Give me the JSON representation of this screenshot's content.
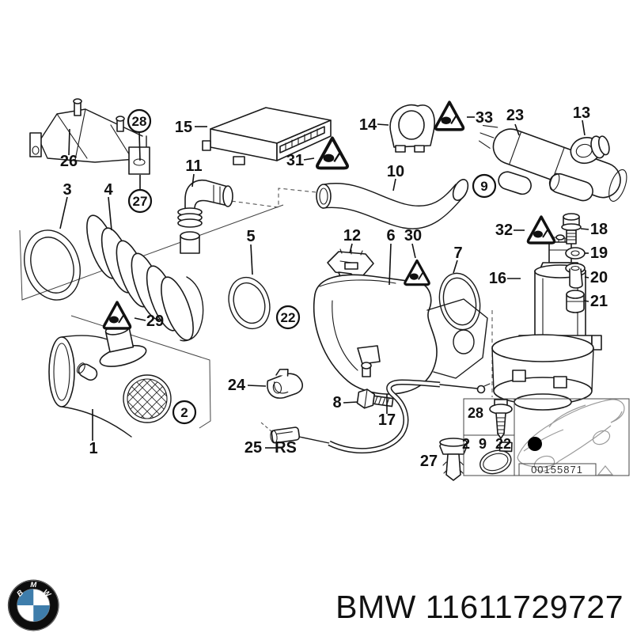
{
  "diagram": {
    "type": "exploded-parts-diagram",
    "subject": "BMW air intake / mass air flow sensor assembly"
  },
  "callouts": {
    "c1": "1",
    "c2": "2",
    "c3": "3",
    "c4": "4",
    "c5": "5",
    "c6": "6",
    "c7": "7",
    "c8": "8",
    "c9": "9",
    "c10": "10",
    "c11": "11",
    "c12": "12",
    "c13": "13",
    "c14": "14",
    "c15": "15",
    "c16": "16",
    "c17": "17",
    "c18": "18",
    "c19": "19",
    "c20": "20",
    "c21": "21",
    "c22": "22",
    "c23": "23",
    "c24": "24",
    "c25": "25",
    "c25_suffix": "RS",
    "c26": "26",
    "c27_top": "27",
    "c27_bottom": "27",
    "c28_top": "28",
    "c28_inset": "28",
    "c29": "29",
    "c30": "30",
    "c31": "31",
    "c32": "32",
    "c33": "33",
    "group_2_9_22": "2 9 22"
  },
  "inset": {
    "image_code": "00155871"
  },
  "icons": {
    "warning_triangle": "consult-service-information-triangle",
    "car_locator": "car-location-thumbnail",
    "logo": "bmw-roundel"
  },
  "colors": {
    "line": "#1a1a1a",
    "light_line": "#9a9a9a",
    "logo_blue": "#3e7dab",
    "text": "#111111"
  },
  "footer": {
    "brand_text": "BMW 11611729727",
    "logo_letters": "BMW"
  }
}
